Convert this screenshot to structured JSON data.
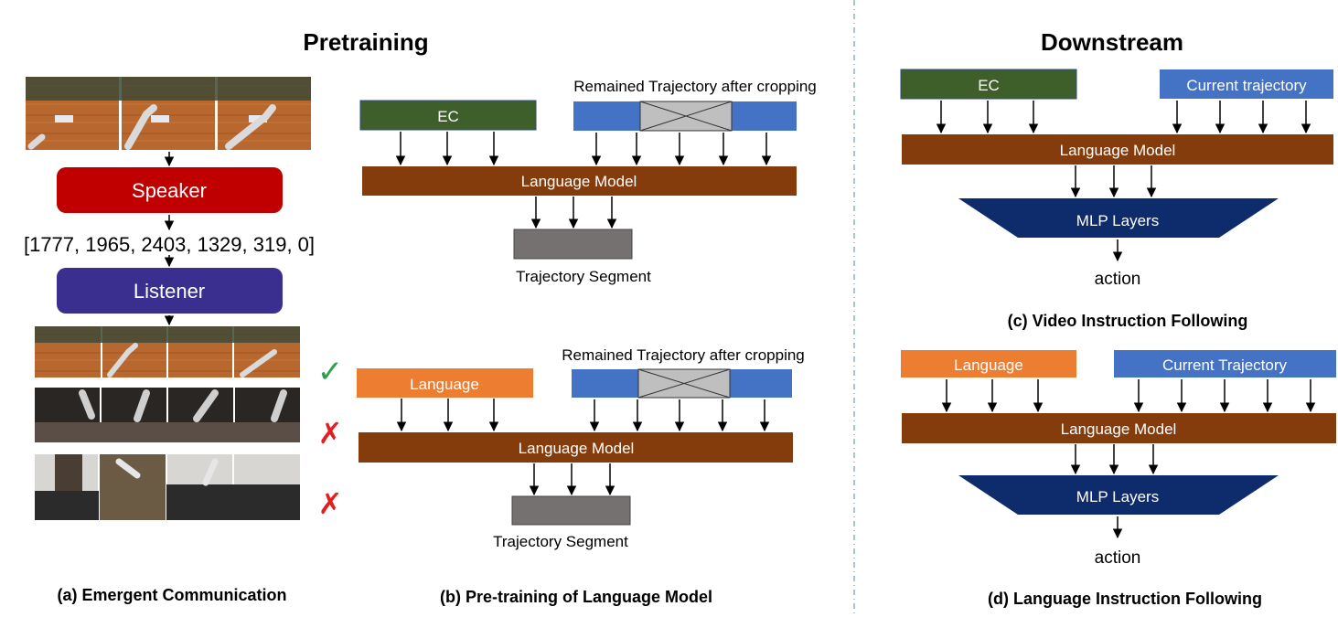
{
  "colors": {
    "green": "#3E5E2A",
    "blue": "#4472C4",
    "orange": "#ED7D31",
    "brown": "#843C0C",
    "navy": "#0E2B6B",
    "gray": "#767171",
    "crop_gray": "#BFBFBF",
    "speaker_red": "#C00000",
    "listener_purple": "#3A2E8F",
    "check_green": "#2E9E4F",
    "cross_red": "#E02020"
  },
  "sections": {
    "pretraining_title": "Pretraining",
    "downstream_title": "Downstream"
  },
  "panel_a": {
    "speaker": "Speaker",
    "listener": "Listener",
    "message": "[1777, 1965, 2403, 1329, 319, 0]",
    "caption": "(a) Emergent Communication",
    "check_mark": "✓",
    "cross_mark": "✗"
  },
  "panel_b": {
    "top": {
      "input_left": "EC",
      "input_right_label": "Remained Trajectory after cropping",
      "model": "Language Model",
      "output": "Trajectory Segment"
    },
    "bottom": {
      "input_left": "Language",
      "input_right_label": "Remained Trajectory after cropping",
      "model": "Language Model",
      "output": "Trajectory Segment"
    },
    "caption": "(b) Pre-training of Language Model"
  },
  "panel_c": {
    "input_left": "EC",
    "input_right": "Current trajectory",
    "model": "Language Model",
    "head": "MLP Layers",
    "output": "action",
    "caption": "(c)  Video Instruction Following"
  },
  "panel_d": {
    "input_left": "Language",
    "input_right": "Current Trajectory",
    "model": "Language Model",
    "head": "MLP Layers",
    "output": "action",
    "caption": "(d) Language Instruction Following"
  }
}
